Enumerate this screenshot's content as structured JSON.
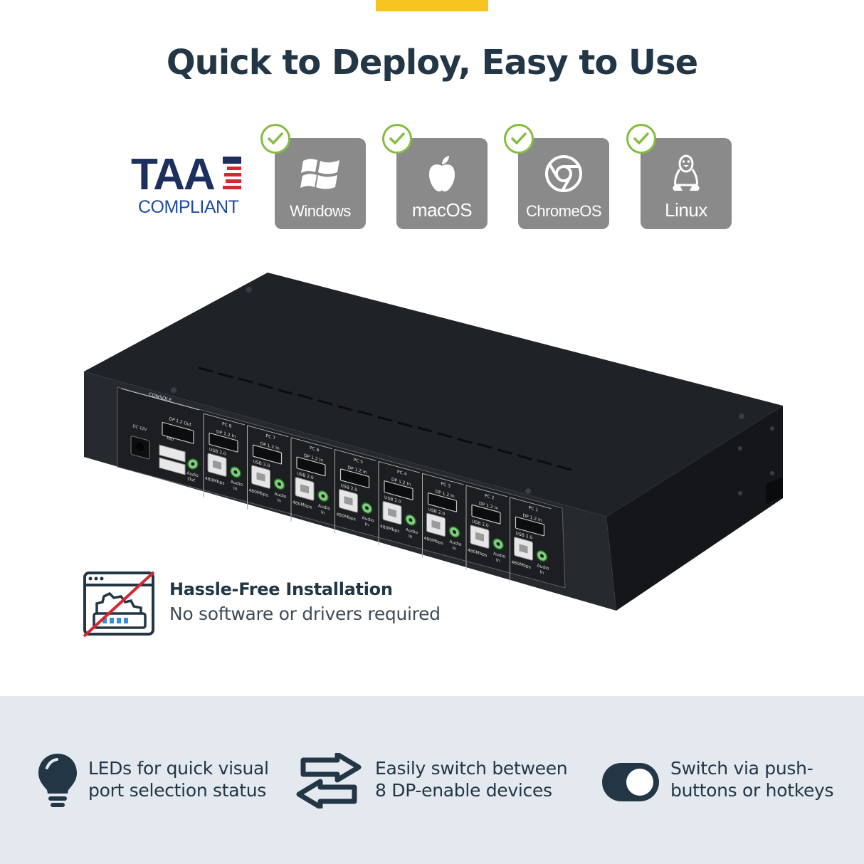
{
  "headline": "Quick to Deploy, Easy to Use",
  "taa": {
    "word": "TAA",
    "sub": "COMPLIANT"
  },
  "os": [
    {
      "label": "Windows",
      "icon": "windows-icon"
    },
    {
      "label": "macOS",
      "icon": "apple-icon"
    },
    {
      "label": "ChromeOS",
      "icon": "chrome-icon"
    },
    {
      "label": "Linux",
      "icon": "linux-tux-icon"
    }
  ],
  "device": {
    "console_label": "CONSOLE",
    "dc_label": "DC 12V",
    "dp_out_label": "DP 1.2 Out",
    "hid_label": "HID",
    "audio_out_label": [
      "Audio",
      "Out"
    ],
    "ports": [
      {
        "pc": "PC 8",
        "dp": "DP 1.2 In",
        "usb": "USB 2.0",
        "speed": "480Mbps",
        "audio": [
          "Audio",
          "In"
        ]
      },
      {
        "pc": "PC 7",
        "dp": "DP 1.2 In",
        "usb": "USB 2.0",
        "speed": "480Mbps",
        "audio": [
          "Audio",
          "In"
        ]
      },
      {
        "pc": "PC 6",
        "dp": "DP 1.2 In",
        "usb": "USB 2.0",
        "speed": "480Mbps",
        "audio": [
          "Audio",
          "In"
        ]
      },
      {
        "pc": "PC 5",
        "dp": "DP 1.2 In",
        "usb": "USB 2.0",
        "speed": "480Mbps",
        "audio": [
          "Audio",
          "In"
        ]
      },
      {
        "pc": "PC 4",
        "dp": "DP 1.2 In",
        "usb": "USB 2.0",
        "speed": "480Mbps",
        "audio": [
          "Audio",
          "In"
        ]
      },
      {
        "pc": "PC 3",
        "dp": "DP 1.2 In",
        "usb": "USB 2.0",
        "speed": "480Mbps",
        "audio": [
          "Audio",
          "In"
        ]
      },
      {
        "pc": "PC 2",
        "dp": "DP 1.2 In",
        "usb": "USB 2.0",
        "speed": "480Mbps",
        "audio": [
          "Audio",
          "In"
        ]
      },
      {
        "pc": "PC 1",
        "dp": "DP 1.2 In",
        "usb": "USB 2.0",
        "speed": "480Mbps",
        "audio": [
          "Audio",
          "In"
        ]
      }
    ]
  },
  "hassle": {
    "title": "Hassle-Free Installation",
    "subtitle": "No software or drivers required"
  },
  "features": [
    {
      "icon": "lightbulb-icon",
      "lines": [
        "LEDs for quick visual",
        "port selection status"
      ]
    },
    {
      "icon": "switch-arrows-icon",
      "lines": [
        "Easily switch between",
        "8 DP-enable devices"
      ]
    },
    {
      "icon": "toggle-icon",
      "lines": [
        "Switch via push-",
        "buttons or hotkeys"
      ]
    }
  ],
  "colors": {
    "accent": "#f7c521",
    "navy": "#233646",
    "check": "#84bd3f",
    "tile": "#8a8a8a",
    "band": "#e3e9ef",
    "taa_blue": "#1c2f5f",
    "taa_red": "#d7262f"
  }
}
